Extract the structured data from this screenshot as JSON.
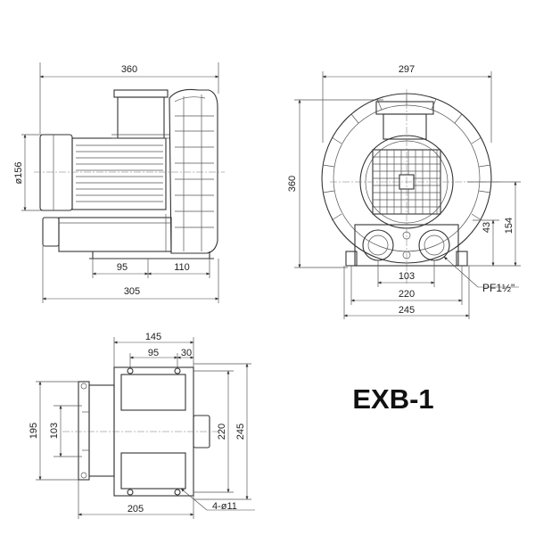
{
  "model": "EXB-1",
  "side_view": {
    "dim_total_length": "360",
    "dim_diameter": "ø156",
    "dim_foot_left": "95",
    "dim_foot_right": "110",
    "dim_base_length": "305"
  },
  "front_view": {
    "dim_width": "297",
    "dim_height": "360",
    "dim_outlet_height": "43",
    "dim_axis_height": "154",
    "dim_outlet_spacing": "103",
    "dim_foot_inner": "220",
    "dim_foot_outer": "245",
    "port_label": "PF1½\""
  },
  "bottom_view": {
    "dim_top_145": "145",
    "dim_top_95": "95",
    "dim_top_30": "30",
    "dim_left_195": "195",
    "dim_left_103": "103",
    "dim_right_220": "220",
    "dim_right_245": "245",
    "dim_bottom_205": "205",
    "hole_label": "4-ø11"
  }
}
